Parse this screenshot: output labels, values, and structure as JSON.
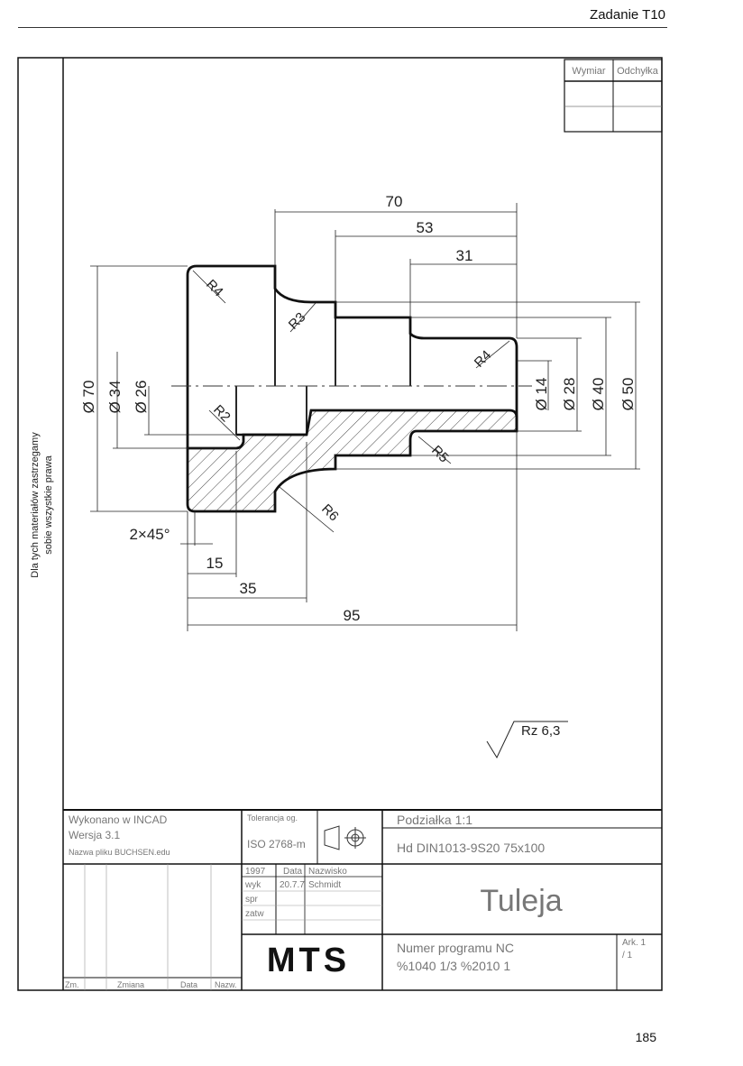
{
  "header": {
    "title": "Zadanie T10"
  },
  "footer": {
    "page_number": "185"
  },
  "side_note": {
    "line1": "Dla tych materiałów zastrzegamy",
    "line2": "sobie wszystkie prawa"
  },
  "tolerance_table": {
    "col1": "Wymiar",
    "col2": "Odchyłka"
  },
  "dimensions": {
    "d70": "70",
    "d53": "53",
    "d31": "31",
    "d95": "95",
    "d35": "35",
    "d15": "15",
    "chamfer": "2×45°",
    "dia70": "Ø 70",
    "dia34": "Ø 34",
    "dia26": "Ø 26",
    "dia14": "Ø 14",
    "dia28": "Ø 28",
    "dia40": "Ø 40",
    "dia50": "Ø 50",
    "r4a": "R4",
    "r3": "R3",
    "r4b": "R4",
    "r2": "R2",
    "r5": "R5",
    "r6": "R6"
  },
  "roughness": "Rz 6,3",
  "title_block": {
    "made_with": "Wykonano w INCAD",
    "version": "Wersja 3.1",
    "file_name": "Nazwa pliku BUCHSEN.edu",
    "tolerance_label": "Tolerancja og.",
    "tolerance_value": "ISO 2768-m",
    "scale": "Podziałka 1:1",
    "material": "Hd DIN1013-9S20 75x100",
    "rok": "1997",
    "data_label": "Data",
    "nazwisko_label": "Nazwisko",
    "wyk": "wyk",
    "wyk_date": "20.7.7",
    "wyk_name": "Schmidt",
    "spr": "spr",
    "zatw": "zatw",
    "part_name": "Tuleja",
    "logo": "MTS",
    "program_label": "Numer programu NC",
    "program_nums": "%1040 1/3   %2010 1",
    "sheet": "Ark. 1",
    "sheets": "/ 1",
    "rev_zmiana": "Zmiana",
    "rev_data": "Data",
    "rev_nazw": "Nazw.",
    "rev_zm": "Zm."
  }
}
